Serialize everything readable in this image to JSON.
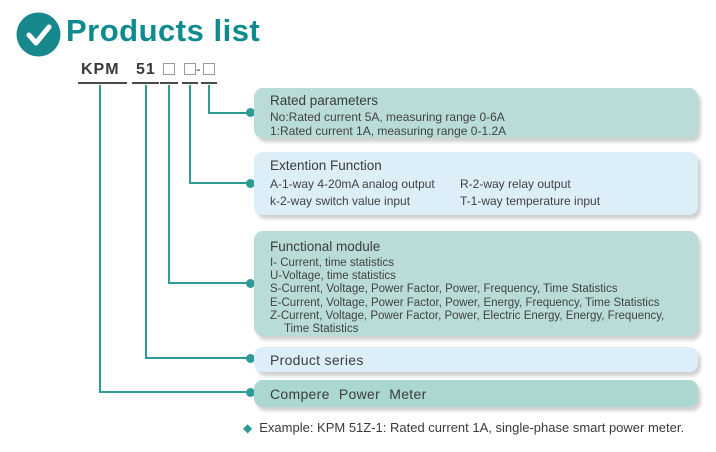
{
  "header": {
    "title": "Products list"
  },
  "model_code": {
    "prefix": "KPM",
    "series": "51",
    "dash": "-",
    "placeholder_symbol": "□"
  },
  "boxes": {
    "rated_parameters": {
      "title": "Rated parameters",
      "lines": [
        "No:Rated current 5A, measuring range 0-6A",
        "1:Rated current 1A, measuring range 0-1.2A"
      ]
    },
    "extention_function": {
      "title": "Extention Function",
      "left_column": [
        "A-1-way 4-20mA analog output",
        "k-2-way switch value input"
      ],
      "right_column": [
        "R-2-way relay output",
        "T-1-way temperature input"
      ]
    },
    "functional_module": {
      "title": "Functional module",
      "lines": [
        "I- Current, time statistics",
        "U-Voltage, time statistics",
        "S-Current, Voltage, Power Factor, Power, Frequency, Time Statistics",
        "E-Current, Voltage, Power Factor, Power, Energy, Frequency, Time Statistics",
        "Z-Current, Voltage, Power Factor, Power, Electric Energy, Energy, Frequency,",
        "Time Statistics"
      ]
    },
    "product_series": {
      "title": "Product series"
    },
    "compere_power_meter": {
      "title": "Compere  Power  Meter"
    }
  },
  "example": {
    "bullet": "◆",
    "text": "Example: KPM 51Z-1: Rated current 1A, single-phase smart power meter."
  },
  "colors": {
    "accent_teal": "#0e8b8e",
    "connector_teal": "#2e9b99",
    "box_teal_bg": "#b9dcd8",
    "box_blue_bg": "#dceef8",
    "box_green_bg": "#abd7d1",
    "text_dark": "#3c3c3c"
  }
}
